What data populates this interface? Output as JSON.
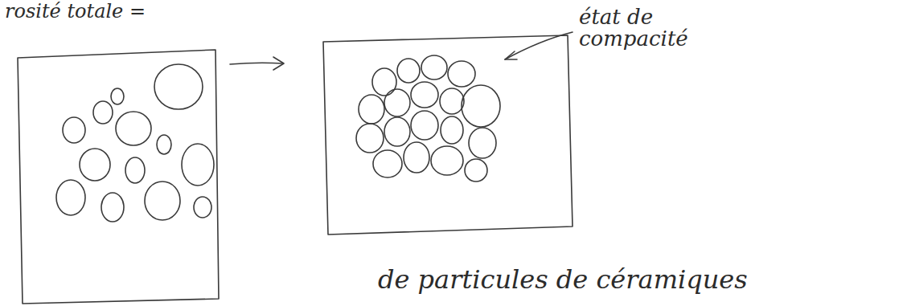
{
  "diagram": {
    "labels": [
      "rosité totale =",
      "état de compacité",
      "de particules de céramiques"
    ]
  }
}
